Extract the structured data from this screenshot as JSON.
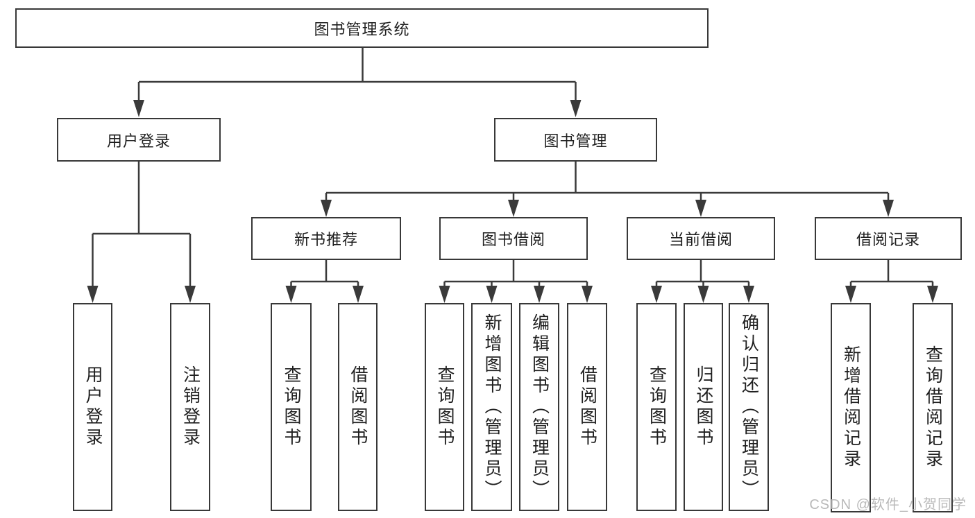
{
  "tree": {
    "label": "图书管理系统",
    "children": [
      {
        "label": "用户登录",
        "children": [
          {
            "label": "用户登录"
          },
          {
            "label": "注销登录"
          }
        ]
      },
      {
        "label": "图书管理",
        "children": [
          {
            "label": "新书推荐",
            "children": [
              {
                "label": "查询图书"
              },
              {
                "label": "借阅图书"
              }
            ]
          },
          {
            "label": "图书借阅",
            "children": [
              {
                "label": "查询图书"
              },
              {
                "label": "新增图书（管理员）"
              },
              {
                "label": "编辑图书（管理员）"
              },
              {
                "label": "借阅图书"
              }
            ]
          },
          {
            "label": "当前借阅",
            "children": [
              {
                "label": "查询图书"
              },
              {
                "label": "归还图书"
              },
              {
                "label": "确认归还（管理员）"
              }
            ]
          },
          {
            "label": "借阅记录",
            "children": [
              {
                "label": "新增借阅记录"
              },
              {
                "label": "查询借阅记录"
              }
            ]
          }
        ]
      }
    ]
  },
  "watermark": {
    "text": "CSDN @软件_小贺同学"
  },
  "colors": {
    "line": "#3a3a3a",
    "box_border": "#383838",
    "text": "#1f1f1f",
    "watermark": "#b9b9b9"
  }
}
